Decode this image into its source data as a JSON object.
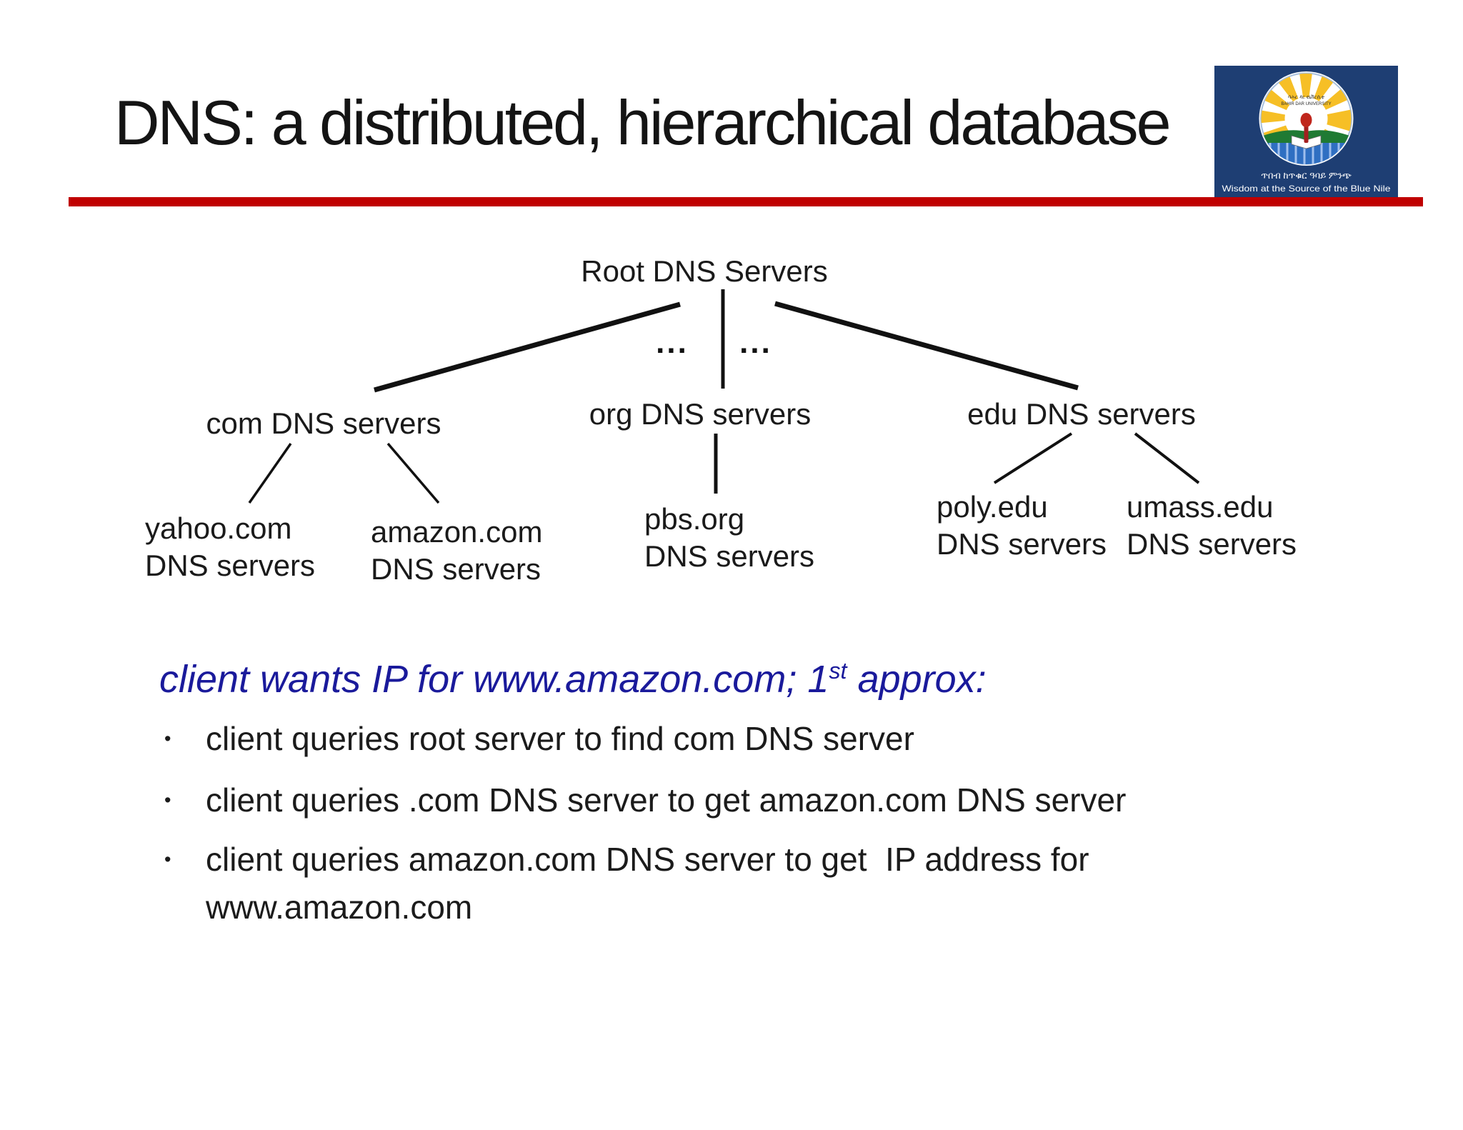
{
  "title": "DNS: a distributed, hierarchical database",
  "logo": {
    "seal_line1": "ባሕር ዳር ዩኒቨርሲቲ",
    "seal_line2": "BAHIR DAR UNIVERSITY",
    "motto_amharic": "ጥበብ ከጥቁር ዓባይ ምንጭ",
    "motto_english": "Wisdom at the Source of the Blue Nile"
  },
  "tree": {
    "root_label": "Root DNS Servers",
    "ellipsis_left": "...",
    "ellipsis_right": "...",
    "level2": [
      {
        "label": "com DNS servers"
      },
      {
        "label": "org DNS servers"
      },
      {
        "label": "edu DNS servers"
      }
    ],
    "leaves": [
      {
        "line1": "yahoo.com",
        "line2": "DNS servers"
      },
      {
        "line1": "amazon.com",
        "line2": "DNS servers"
      },
      {
        "line1": "pbs.org",
        "line2": "DNS servers"
      },
      {
        "line1": "poly.edu",
        "line2": "DNS servers"
      },
      {
        "line1": "umass.edu",
        "line2": "DNS servers"
      }
    ]
  },
  "caption": {
    "pre": "client wants IP for www.amazon.com; 1",
    "sup": "st",
    "post": " approx:"
  },
  "bullet_char": "•",
  "bullets": [
    "client queries root server to find com DNS server",
    "client queries .com DNS server to get amazon.com DNS server",
    "client queries amazon.com DNS server to get  IP address for\nwww.amazon.com"
  ],
  "colors": {
    "accent_red": "#C00000",
    "caption_blue": "#1A1A9B",
    "text_black": "#1A1A1A"
  }
}
